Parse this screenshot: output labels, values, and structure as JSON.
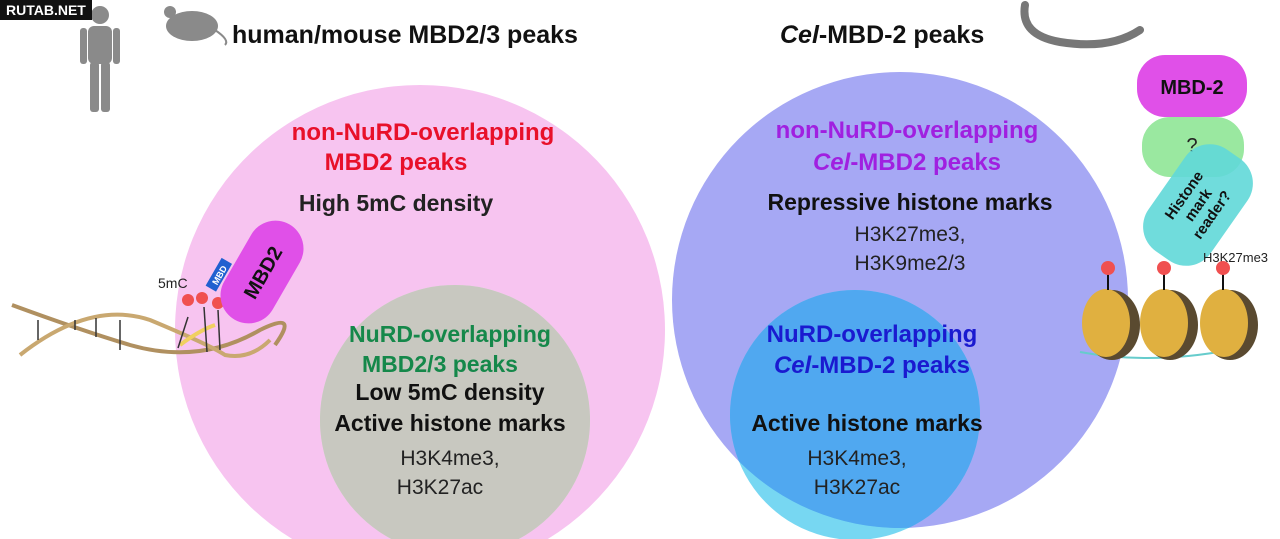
{
  "watermark": "RUTAB.NET",
  "left": {
    "title": "human/mouse MBD2/3 peaks",
    "outer_label_1": "non-NuRD-overlapping",
    "outer_label_2": "MBD2 peaks",
    "outer_desc": "High 5mC density",
    "inner_label_1": "NuRD-overlapping",
    "inner_label_2": "MBD2/3 peaks",
    "inner_desc_1": "Low 5mC density",
    "inner_desc_2": "Active histone marks",
    "marks_1": "H3K4me3,",
    "marks_2": "H3K27ac",
    "protein": "MBD2",
    "domain": "MBD",
    "methyl_label": "5mC"
  },
  "right": {
    "title_italic": "Cel",
    "title_rest": "-MBD-2 peaks",
    "outer_label_1": "non-NuRD-overlapping",
    "outer_label_2_italic": "Cel",
    "outer_label_2_rest": "-MBD2 peaks",
    "outer_desc": "Repressive histone marks",
    "outer_marks_1": "H3K27me3,",
    "outer_marks_2": "H3K9me2/3",
    "inner_label_1": "NuRD-overlapping",
    "inner_label_2_italic": "Cel",
    "inner_label_2_rest": "-MBD-2 peaks",
    "inner_desc": "Active histone marks",
    "marks_1": "H3K4me3,",
    "marks_2": "H3K27ac",
    "protein": "MBD-2",
    "unknown": "?",
    "reader_1": "Histone",
    "reader_2": "mark",
    "reader_3": "reader?",
    "nucleosome_mark": "H3K27me3"
  },
  "colors": {
    "pink": "#f7c4f0",
    "green": "#c8ecc4",
    "blue": "#a6a8f4",
    "cyan": "#5fd0f0",
    "red_text": "#e8102a",
    "green_text": "#15884a",
    "purple_text": "#a020e0",
    "blue_text": "#1a1ad0"
  }
}
